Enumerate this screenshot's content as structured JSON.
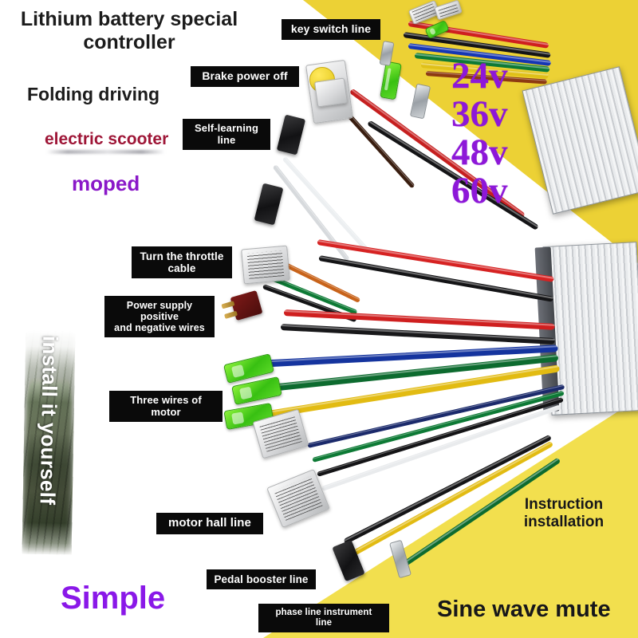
{
  "page": {
    "title": "Lithium battery special controller",
    "background_color": "#ffffff",
    "accent_yellow": "#ecd135",
    "accent_purple": "#8a18c8",
    "accent_red": "#9e1637"
  },
  "headline": {
    "title": "Lithium battery special\ncontroller",
    "folding": "Folding driving",
    "scooter": "electric scooter",
    "moped": "moped",
    "simple": "Simple",
    "instruction": "Instruction\ninstallation",
    "sine": "Sine wave mute",
    "vertical_strip": "install it yourself"
  },
  "voltages": [
    "24v",
    "36v",
    "48v",
    "60v"
  ],
  "labels": [
    {
      "id": "key-switch-line",
      "text": "key switch line"
    },
    {
      "id": "brake-power-off",
      "text": "Brake power off"
    },
    {
      "id": "self-learning-line",
      "text": "Self-learning\nline"
    },
    {
      "id": "turn-the-throttle-cable",
      "text": "Turn the throttle\ncable"
    },
    {
      "id": "power-supply-wires",
      "text": "Power supply positive\nand negative wires"
    },
    {
      "id": "three-wires-of-motor",
      "text": "Three wires of motor"
    },
    {
      "id": "motor-hall-line",
      "text": "motor hall line"
    },
    {
      "id": "pedal-booster-line",
      "text": "Pedal booster line"
    },
    {
      "id": "phase-line-instrument",
      "text": "phase line instrument\nline"
    }
  ]
}
